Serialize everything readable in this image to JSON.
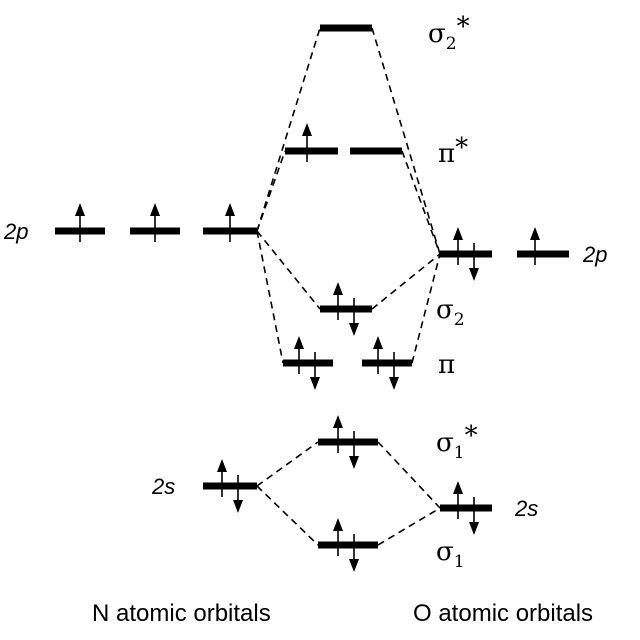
{
  "labels": {
    "n_2p": "2p",
    "o_2p": "2p",
    "n_2s": "2s",
    "o_2s": "2s",
    "sigma2_star": "σ2*",
    "pi_star": "π*",
    "sigma2": "σ2",
    "pi": "π",
    "sigma1_star": "σ1*",
    "sigma1": "σ1",
    "n_caption": "N atomic orbitals",
    "o_caption": "O atomic orbitals"
  },
  "symbols": {
    "sigma": "σ",
    "pi": "π",
    "star": "*",
    "sub_1": "1",
    "sub_2": "2"
  },
  "occupancy": {
    "n_2p": [
      "up",
      "up",
      "up"
    ],
    "o_2p": [
      "pair",
      "up"
    ],
    "pi_star": [
      "up",
      "empty"
    ],
    "sigma2_star": [
      "empty"
    ],
    "sigma2": [
      "pair"
    ],
    "pi": [
      "pair",
      "pair"
    ],
    "sigma1_star": [
      "pair"
    ],
    "sigma1": [
      "pair"
    ],
    "n_2s": [
      "pair"
    ],
    "o_2s": [
      "pair"
    ]
  }
}
